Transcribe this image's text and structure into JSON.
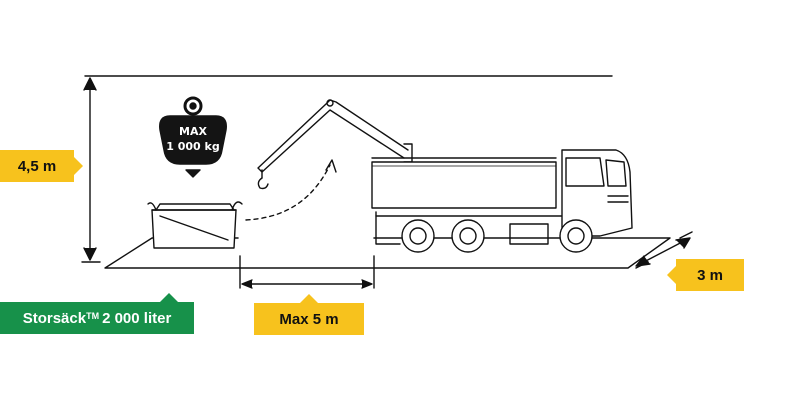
{
  "labels": {
    "height": "4,5 m",
    "width": "3 m",
    "reach": "Max 5 m",
    "bag_name": "Storsäck",
    "bag_tm": "TM",
    "bag_volume": "2 000 liter"
  },
  "weight_tag": {
    "line1": "MAX",
    "line2": "1 000 kg"
  },
  "colors": {
    "yellow": "#f7c21d",
    "green": "#17914a",
    "ink": "#111111"
  }
}
